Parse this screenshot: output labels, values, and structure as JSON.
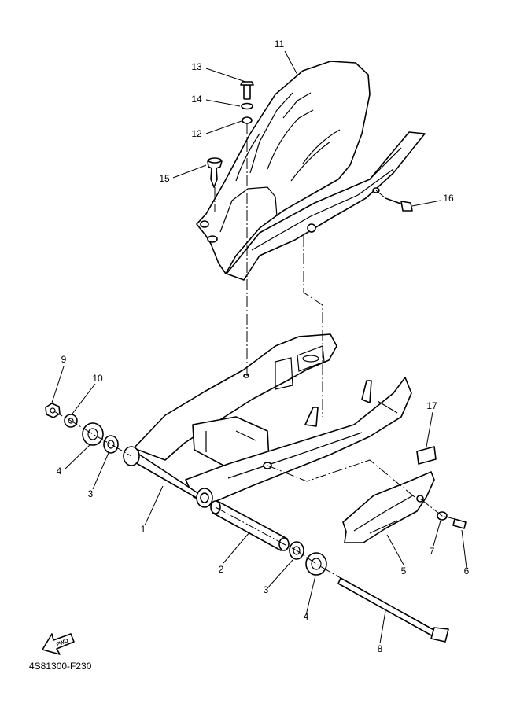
{
  "diagram": {
    "code": "4S81300-F230",
    "fwd_label": "FWD",
    "callouts": [
      "11",
      "13",
      "14",
      "12",
      "15",
      "16",
      "9",
      "10",
      "4",
      "3",
      "17",
      "1",
      "2",
      "3",
      "4",
      "7",
      "6",
      "5",
      "8"
    ]
  }
}
